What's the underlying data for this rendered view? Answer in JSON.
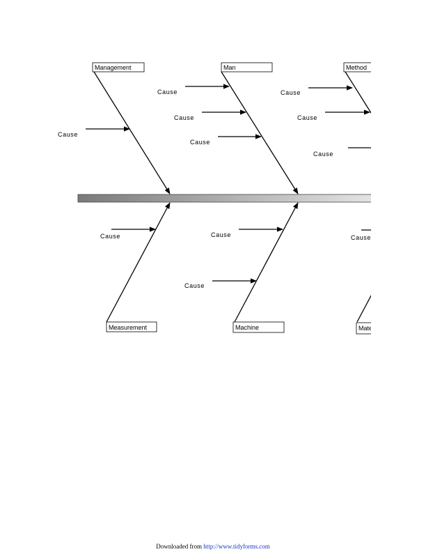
{
  "diagram": {
    "top_categories": [
      "Management",
      "Man",
      "Method"
    ],
    "bottom_categories": [
      "Measurement",
      "Machine",
      "Material"
    ],
    "cause_label": "Cause"
  },
  "footer": {
    "prefix": "Downloaded from ",
    "link": "http://www.tidyforms.com"
  },
  "colors": {
    "spine_dark": "#7a7a7a",
    "spine_light": "#e8e8e8",
    "footer_link": "#1a33cc"
  }
}
